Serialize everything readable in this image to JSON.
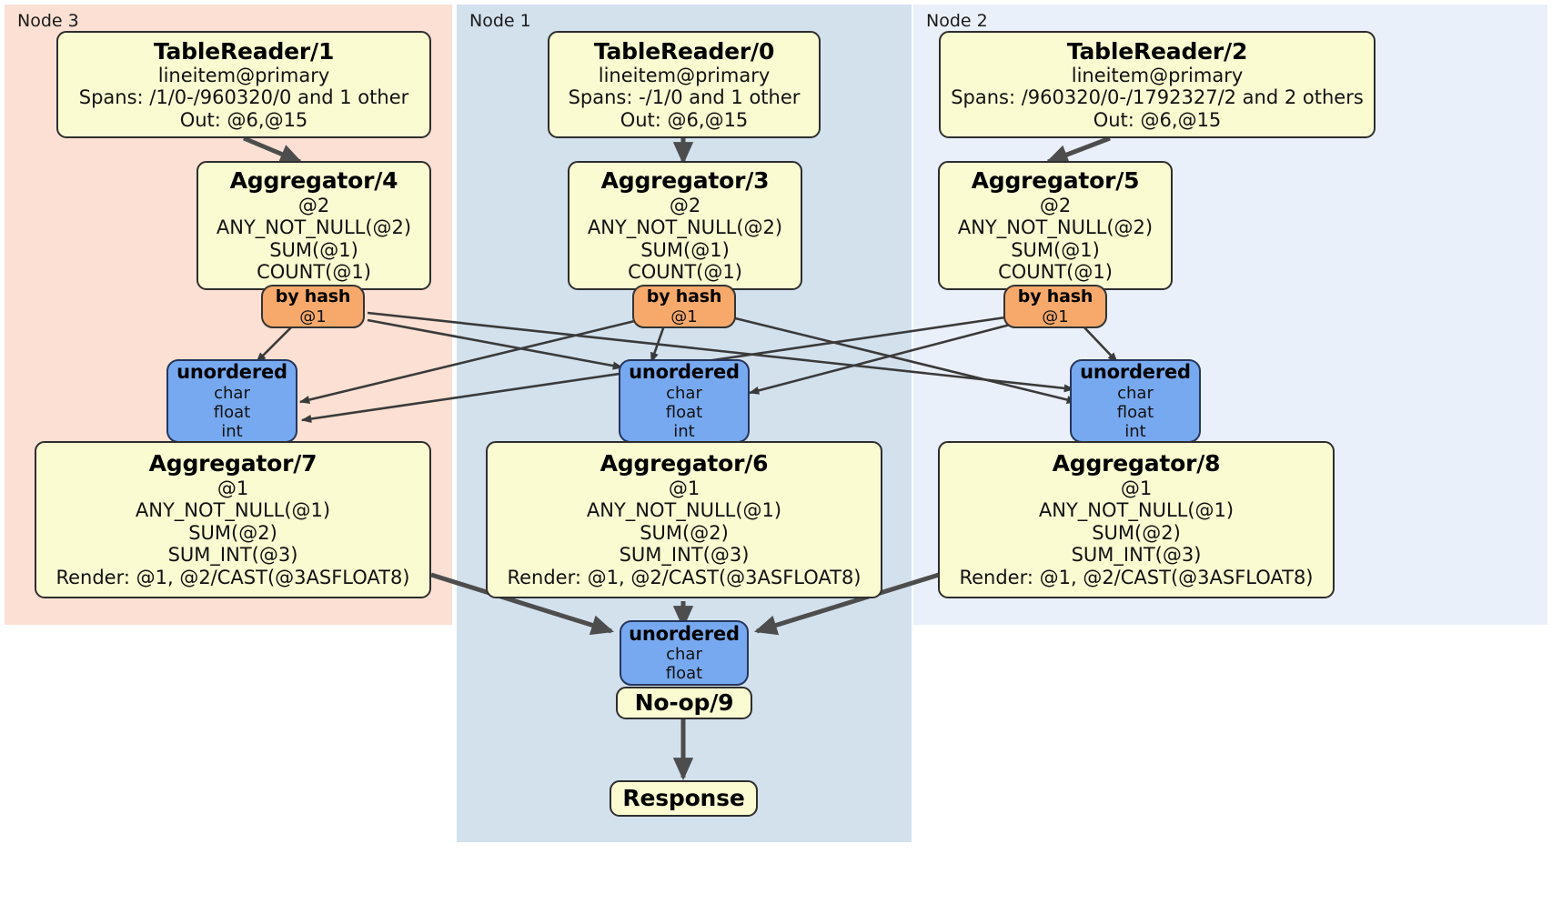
{
  "diagram": {
    "type": "distributed-query-plan",
    "colors": {
      "node3_panel": "#fbe0d3",
      "node1_panel": "#d3e1ed",
      "node2_panel": "#eaf0fa",
      "processor_box": "#fbfbd2",
      "router_box": "#f6a96b",
      "sync_box": "#77a9f0",
      "edge": "#4d4d4d"
    }
  },
  "panels": [
    {
      "id": "node3",
      "label": "Node 3"
    },
    {
      "id": "node1",
      "label": "Node 1"
    },
    {
      "id": "node2",
      "label": "Node 2"
    }
  ],
  "processors": {
    "table_reader_1": {
      "title": "TableReader/1",
      "lines": [
        "lineitem@primary",
        "Spans: /1/0-/960320/0 and 1 other",
        "Out: @6,@15"
      ]
    },
    "table_reader_0": {
      "title": "TableReader/0",
      "lines": [
        "lineitem@primary",
        "Spans: -/1/0 and 1 other",
        "Out: @6,@15"
      ]
    },
    "table_reader_2": {
      "title": "TableReader/2",
      "lines": [
        "lineitem@primary",
        "Spans: /960320/0-/1792327/2 and 2 others",
        "Out: @6,@15"
      ]
    },
    "aggregator_4": {
      "title": "Aggregator/4",
      "lines": [
        "@2",
        "ANY_NOT_NULL(@2)",
        "SUM(@1)",
        "COUNT(@1)"
      ]
    },
    "aggregator_3": {
      "title": "Aggregator/3",
      "lines": [
        "@2",
        "ANY_NOT_NULL(@2)",
        "SUM(@1)",
        "COUNT(@1)"
      ]
    },
    "aggregator_5": {
      "title": "Aggregator/5",
      "lines": [
        "@2",
        "ANY_NOT_NULL(@2)",
        "SUM(@1)",
        "COUNT(@1)"
      ]
    },
    "aggregator_7": {
      "title": "Aggregator/7",
      "lines": [
        "@1",
        "ANY_NOT_NULL(@1)",
        "SUM(@2)",
        "SUM_INT(@3)",
        "Render: @1, @2/CAST(@3ASFLOAT8)"
      ]
    },
    "aggregator_6": {
      "title": "Aggregator/6",
      "lines": [
        "@1",
        "ANY_NOT_NULL(@1)",
        "SUM(@2)",
        "SUM_INT(@3)",
        "Render: @1, @2/CAST(@3ASFLOAT8)"
      ]
    },
    "aggregator_8": {
      "title": "Aggregator/8",
      "lines": [
        "@1",
        "ANY_NOT_NULL(@1)",
        "SUM(@2)",
        "SUM_INT(@3)",
        "Render: @1, @2/CAST(@3ASFLOAT8)"
      ]
    },
    "noop_9": {
      "title": "No-op/9",
      "lines": []
    },
    "response": {
      "title": "Response",
      "lines": []
    }
  },
  "routers": {
    "hash_left": {
      "title": "by hash",
      "lines": [
        "@1"
      ]
    },
    "hash_middle": {
      "title": "by hash",
      "lines": [
        "@1"
      ]
    },
    "hash_right": {
      "title": "by hash",
      "lines": [
        "@1"
      ]
    }
  },
  "syncs": {
    "sync_left": {
      "title": "unordered",
      "lines": [
        "char",
        "float",
        "int"
      ]
    },
    "sync_middle": {
      "title": "unordered",
      "lines": [
        "char",
        "float",
        "int"
      ]
    },
    "sync_right": {
      "title": "unordered",
      "lines": [
        "char",
        "float",
        "int"
      ]
    },
    "sync_final": {
      "title": "unordered",
      "lines": [
        "char",
        "float"
      ]
    }
  }
}
